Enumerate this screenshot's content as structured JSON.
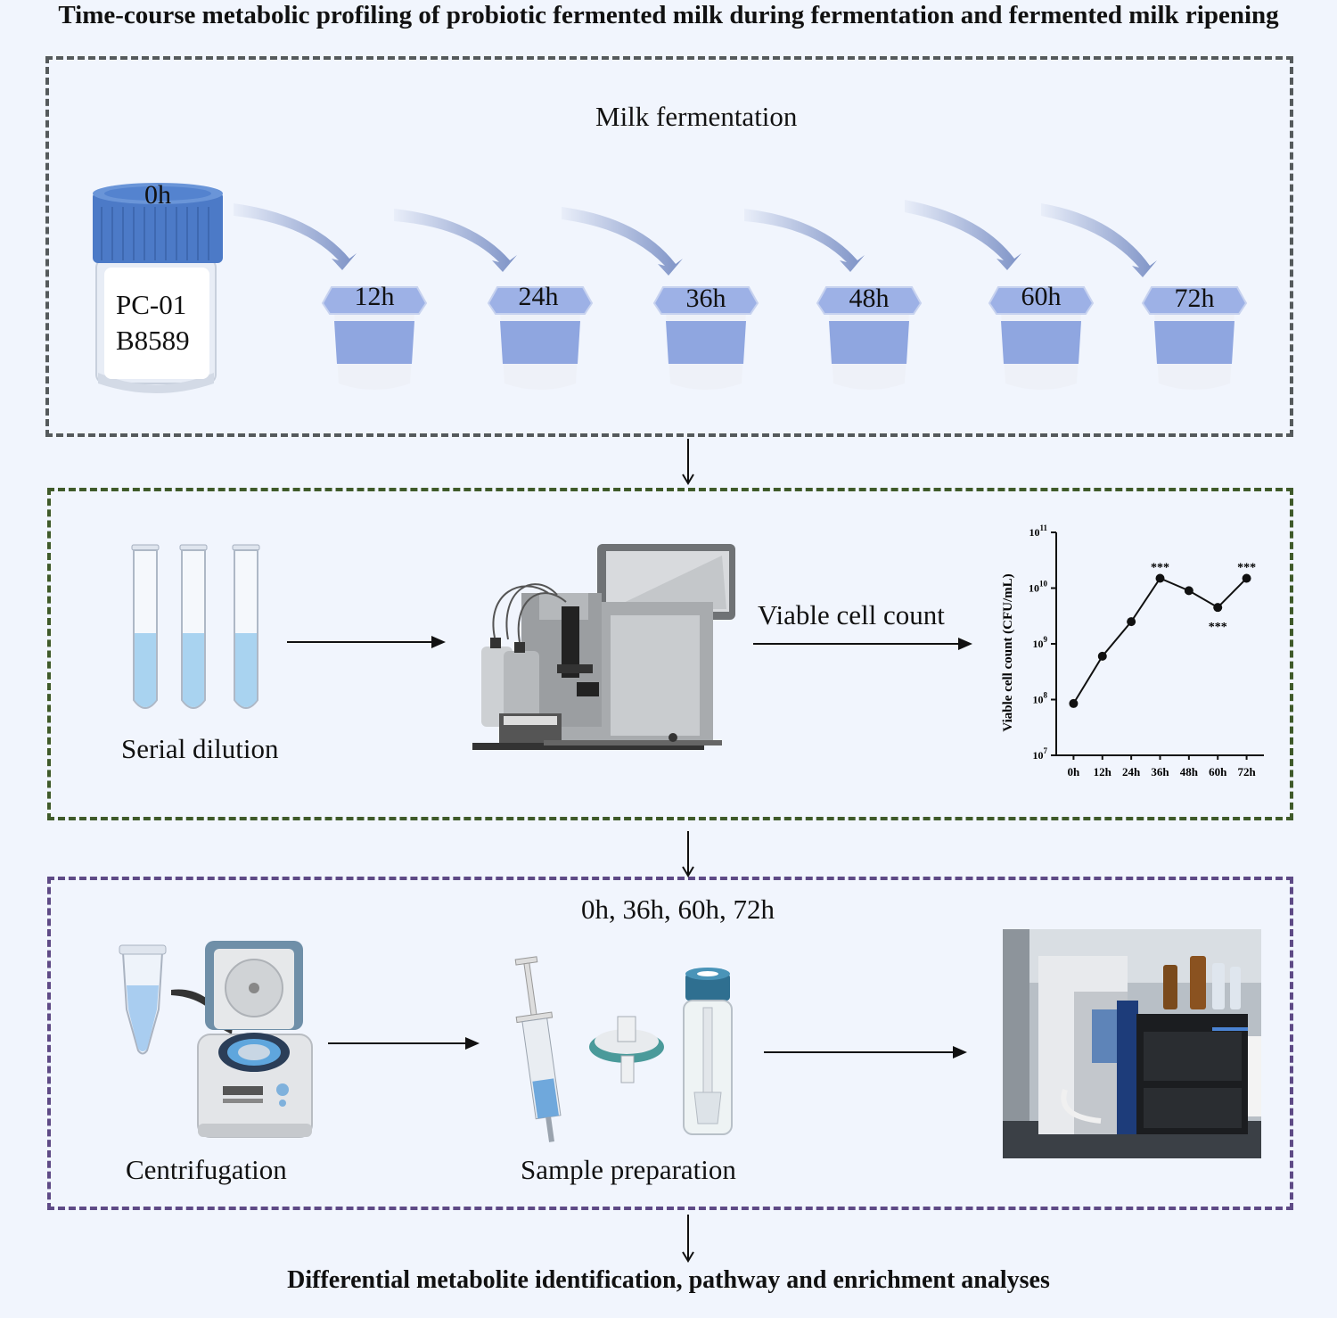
{
  "title": "Time-course metabolic profiling of probiotic fermented milk during fermentation and fermented milk ripening",
  "section1": {
    "heading": "Milk fermentation",
    "jar_time": "0h",
    "jar_label_line1": "PC-01",
    "jar_label_line2": "B8589",
    "cups": [
      "12h",
      "24h",
      "36h",
      "48h",
      "60h",
      "72h"
    ]
  },
  "section2": {
    "dilution_label": "Serial dilution",
    "count_label": "Viable cell count"
  },
  "section3": {
    "timepoints": "0h, 36h, 60h, 72h",
    "centrifugation_label": "Centrifugation",
    "prep_label": "Sample preparation"
  },
  "bottom_text": "Differential metabolite identification, pathway and enrichment analyses",
  "colors": {
    "cup_blue": "#8fa6e0",
    "jar_blue": "#4c7ac7",
    "arrow_blue": "#8297c9"
  },
  "chart_data": {
    "type": "line",
    "ylabel": "Viable cell count (CFU/mL)",
    "xlabel": "",
    "categories": [
      "0h",
      "12h",
      "24h",
      "36h",
      "48h",
      "60h",
      "72h"
    ],
    "values": [
      85000000,
      600000000,
      2500000000,
      15000000000,
      9000000000,
      4500000000,
      15000000000
    ],
    "y_scale": "log",
    "ylim": [
      10000000,
      100000000000
    ],
    "y_ticks": [
      {
        "base": "10",
        "exp": "7"
      },
      {
        "base": "10",
        "exp": "8"
      },
      {
        "base": "10",
        "exp": "9"
      },
      {
        "base": "10",
        "exp": "10"
      },
      {
        "base": "10",
        "exp": "11"
      }
    ],
    "annotations": [
      {
        "category": "36h",
        "text": "***",
        "position": "above"
      },
      {
        "category": "60h",
        "text": "***",
        "position": "below"
      },
      {
        "category": "72h",
        "text": "***",
        "position": "above"
      }
    ],
    "grid": false,
    "legend": "none"
  }
}
